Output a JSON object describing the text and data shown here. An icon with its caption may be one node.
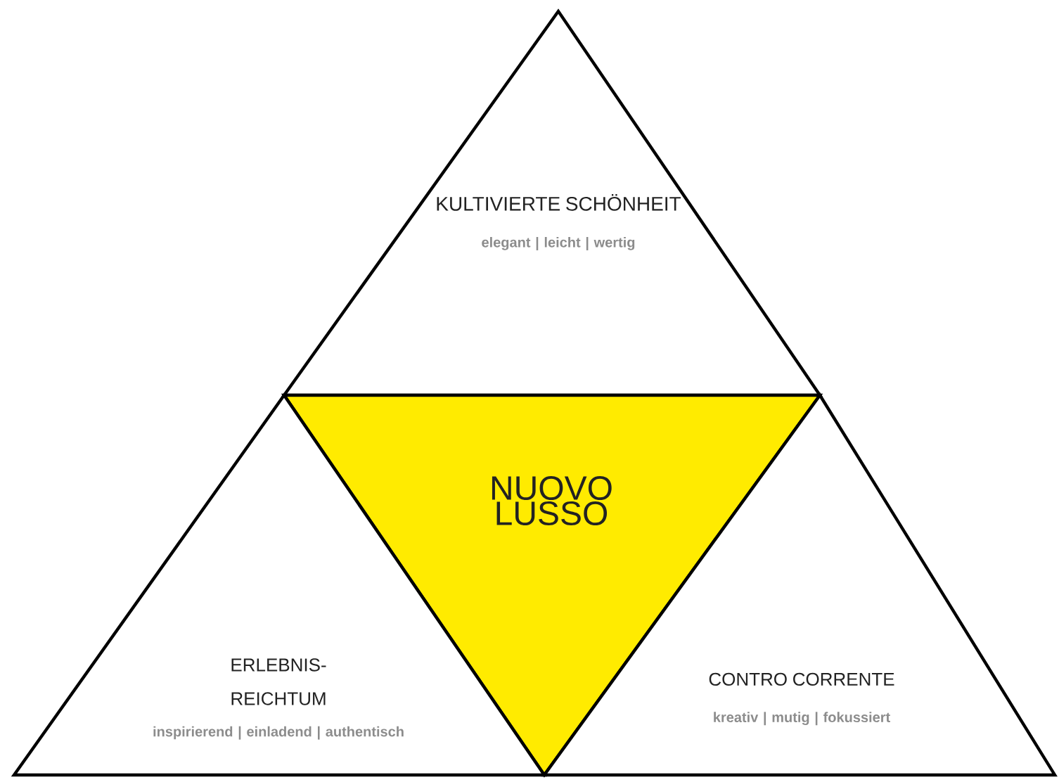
{
  "diagram": {
    "nodes": [
      {
        "text": [
          "KULTIVIERTE SCHÖNHEIT",
          "elegant | leicht | wertig"
        ]
      },
      {
        "text": [
          "NUOVO LUSSO"
        ]
      },
      {
        "text": [
          "ERLEBNIS- REICHTUM",
          "inspirierend | einladend | authentisch"
        ]
      },
      {
        "text": [
          "CONTRO CORRENTE",
          "kreativ | mutig | fokussiert"
        ]
      }
    ]
  }
}
